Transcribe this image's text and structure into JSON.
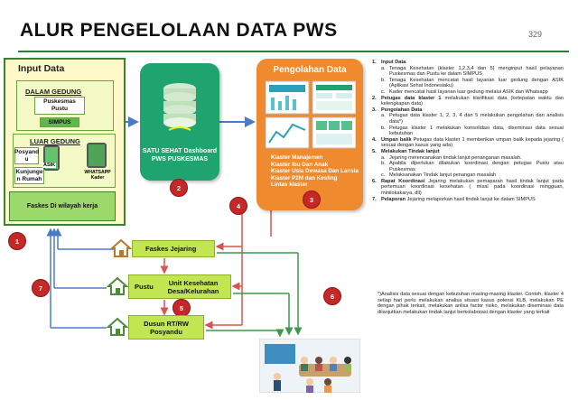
{
  "header": {
    "title": "ALUR PENGELOLAAN  DATA PWS",
    "page_number": "329"
  },
  "input_data": {
    "title": "Input Data",
    "dalam_gedung": {
      "label": "DALAM GEDUNG",
      "items": [
        "Puskesmas Pustu",
        "SIMPUS"
      ]
    },
    "luar_gedung": {
      "label": "LUAR GEDUNG",
      "posyandu": "Posyand u",
      "asik": "ASIK",
      "kunjungan": "Kunjunge n Rumah",
      "whatsapp": "WHATSAPP Kader"
    },
    "faskes": "Faskes Di wilayah kerja"
  },
  "satu_sehat": {
    "text": "SATU SEHAT Dashboard PWS PUSKESMAS"
  },
  "pengolahan": {
    "title": "Pengolahan Data",
    "klaster": [
      "Klaster Manajemen",
      "Klaster Ibu Dan Anak",
      "Klaster Usia Dewasa Dan Lansia",
      "Klaster P2M dan Kesling",
      "Lintas klaster"
    ]
  },
  "numbers": [
    "1",
    "2",
    "3",
    "4",
    "5",
    "6",
    "7"
  ],
  "feedback": {
    "faskes_jejaring": "Faskes Jejaring",
    "pustu": "Pustu",
    "unit": "Unit Kesehatan Desa/Kelurahan",
    "dusun": "Dusun RT/RW Posyandu"
  },
  "steps": [
    {
      "num": "1.",
      "title": "Input Data",
      "desc": "",
      "subs": [
        {
          "l": "a.",
          "t": "Tenaga Kesehatan (klaster 1,2,3,4 dan 5) menginput hasil pelayanan Puskesmas dan Pustu ke dalam SIMPUS"
        },
        {
          "l": "b.",
          "t": "Tenaga Kesehatan mencatat hasil layanan luar gedung dengan ASIK (Aplikasi Sehat Indonesiaku)"
        },
        {
          "l": "c.",
          "t": "Kader mencatat hasil layanan luar gedung melalui ASIK dan Whatsapp"
        }
      ]
    },
    {
      "num": "2.",
      "title": "Petugas data klaster 1",
      "desc": "melakukan klarifikasi data (ketepatan waktu dan kelengkapan data)",
      "subs": []
    },
    {
      "num": "3.",
      "title": "Pengolahan Data",
      "desc": "",
      "subs": [
        {
          "l": "a.",
          "t": "Petugas data klaster 1, 2, 3, 4 dan 5 melakukan pengolahan dan analisis data*)"
        },
        {
          "l": "b.",
          "t": "Petugas klaster 1 melakukan konsolidasi data, diseminasi data sesuai kebutuhan"
        }
      ]
    },
    {
      "num": "4.",
      "title": "Umpan balik",
      "desc": "Petugas data klaster 1 memberikan umpan balik kepada jejaring ( sesuai dengan kasus yang ada)",
      "subs": []
    },
    {
      "num": "5.",
      "title": "Melakukan Tindak lanjut",
      "desc": "",
      "subs": [
        {
          "l": "a.",
          "t": "Jejaring merencanakan tindak lanjut penanganan masalah."
        },
        {
          "l": "b.",
          "t": "Apabila diperlukan dilakukan koordinasi dengan petugas Pustu atau Puskesmas"
        },
        {
          "l": "c.",
          "t": "Melaksanakan Tindak lanjut penangan masalah"
        }
      ]
    },
    {
      "num": "6.",
      "title": "Rapat Koordinasi",
      "desc": "Jejaring melakukan pemaparan hasil tindak lanjut pada pertemuan koordinasi kesehatan ( misal pada koordinasi mingguan, minilokakarya, dll)",
      "subs": []
    },
    {
      "num": "7.",
      "title": "Pelaporan",
      "desc": "Jejaring melaporkan hasil tindak lanjut ke dalam SIMPUS",
      "subs": []
    }
  ],
  "note": "*)Analisis data sesuai dengan kebutuhan masing-masing klaster. Contoh, klaster 4 setiap hari perlu melakukan analisa situasi kasus potensi KLB, melakukan PE dengan pihak terkait, melakukan anlisa factor risiko, melakukan diseminasi data dilanjutkan melakukan tindak lanjut berkolaborasi dengan klaster yang terkait",
  "colors": {
    "accent_green": "#1fa46f",
    "orange": "#f08a2e",
    "marker_red": "#c62828",
    "lime": "#c2e552",
    "panel_yellow": "#fff9c9",
    "arrow_blue": "#4a7bc8",
    "arrow_red": "#d9534f",
    "arrow_green": "#3c9a4a"
  }
}
